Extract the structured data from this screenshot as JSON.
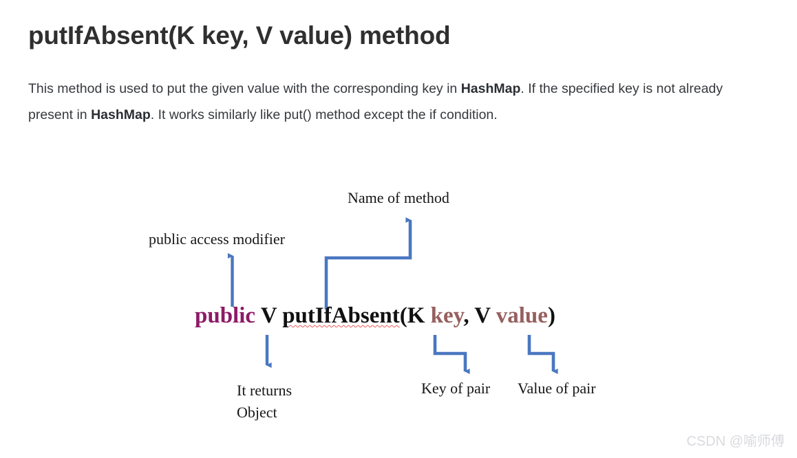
{
  "article": {
    "title": "putIfAbsent(K key, V value) method",
    "paragraph": {
      "part1": "This method is used to put the given value with the corresponding key in ",
      "bold1": "HashMap",
      "part2": ". If the specified key is not already present in ",
      "bold2": "HashMap",
      "part3": ". It works similarly like put() method except the if condition."
    }
  },
  "diagram": {
    "code_signature": {
      "full_text": "public V putIfAbsent(K key, V value)",
      "tokens": {
        "modifier": "public",
        "space1": " ",
        "return_type": "V",
        "space2": " ",
        "method_name": "putIfAbsent",
        "open_paren": "(",
        "key_type": "K",
        "space3": " ",
        "key_name": "key",
        "comma": ", ",
        "value_type": "V",
        "space4": " ",
        "value_name": "value",
        "close_paren": ")"
      }
    },
    "annotations": {
      "name_of_method": "Name of method",
      "public_access_modifier": "public access modifier",
      "it_returns_line1": "It returns",
      "it_returns_line2": "Object",
      "key_of_pair": "Key of pair",
      "value_of_pair": "Value of pair"
    },
    "colors": {
      "arrow_blue": "#4a77c0",
      "modifier_magenta": "#8d1a66",
      "param_brown": "#96605e",
      "spellcheck_red": "#f05a5a",
      "label_black": "#161616"
    }
  },
  "watermark": {
    "text": "CSDN @喻师傅"
  }
}
